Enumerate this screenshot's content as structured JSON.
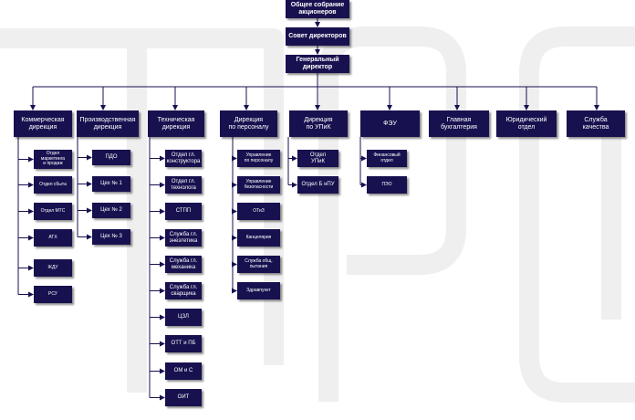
{
  "colors": {
    "box": "#17114f",
    "line": "#17114f",
    "watermark": "#ececec"
  },
  "top": {
    "shareholders": "Общее собрание\nакционеров",
    "board": "Совет директоров",
    "ceo": "Генеральный\nдиректор"
  },
  "divisions": [
    {
      "title": "Коммерческая\nдирекция",
      "units": [
        "Отдел\nмаркетинга\nи продаж",
        "Отдел сбыта",
        "Отдел МТС",
        "АТХ",
        "ЖДУ",
        "РСУ"
      ]
    },
    {
      "title": "Производственная\nдирекция",
      "units": [
        "ПДО",
        "Цех № 1",
        "Цех № 2",
        "Цех № 3"
      ]
    },
    {
      "title": "Техническая\nдирекция",
      "units": [
        "Отдел гл.\nконструктора",
        "Отдел гл.\nтехнолога",
        "СТПП",
        "Служба гл.\nэнеэтетика",
        "Служба гл.\nмеханика",
        "Служба гл.\nсварщика",
        "ЦЗЛ",
        "ОТТ и ПБ",
        "ОМ и С",
        "ОИТ"
      ]
    },
    {
      "title": "Дирекция\nпо персоналу",
      "units": [
        "Управление\nпо персоналу",
        "Управление\nбезопасности",
        "ОТиЗ",
        "Канцелярия",
        "Служба общ.\nпытания",
        "Здравпункт"
      ]
    },
    {
      "title": "Дирекция\nпо УПиК",
      "units": [
        "Отдел\nУПиК",
        "Отдел Б нПУ"
      ]
    },
    {
      "title": "ФЭУ",
      "units": [
        "Финансовый\nотдел",
        "ПЭО"
      ]
    },
    {
      "title": "Главная\nбухгалтерия",
      "units": []
    },
    {
      "title": "Юридический\nотдел",
      "units": []
    },
    {
      "title": "Служба\nкачества",
      "units": []
    }
  ]
}
